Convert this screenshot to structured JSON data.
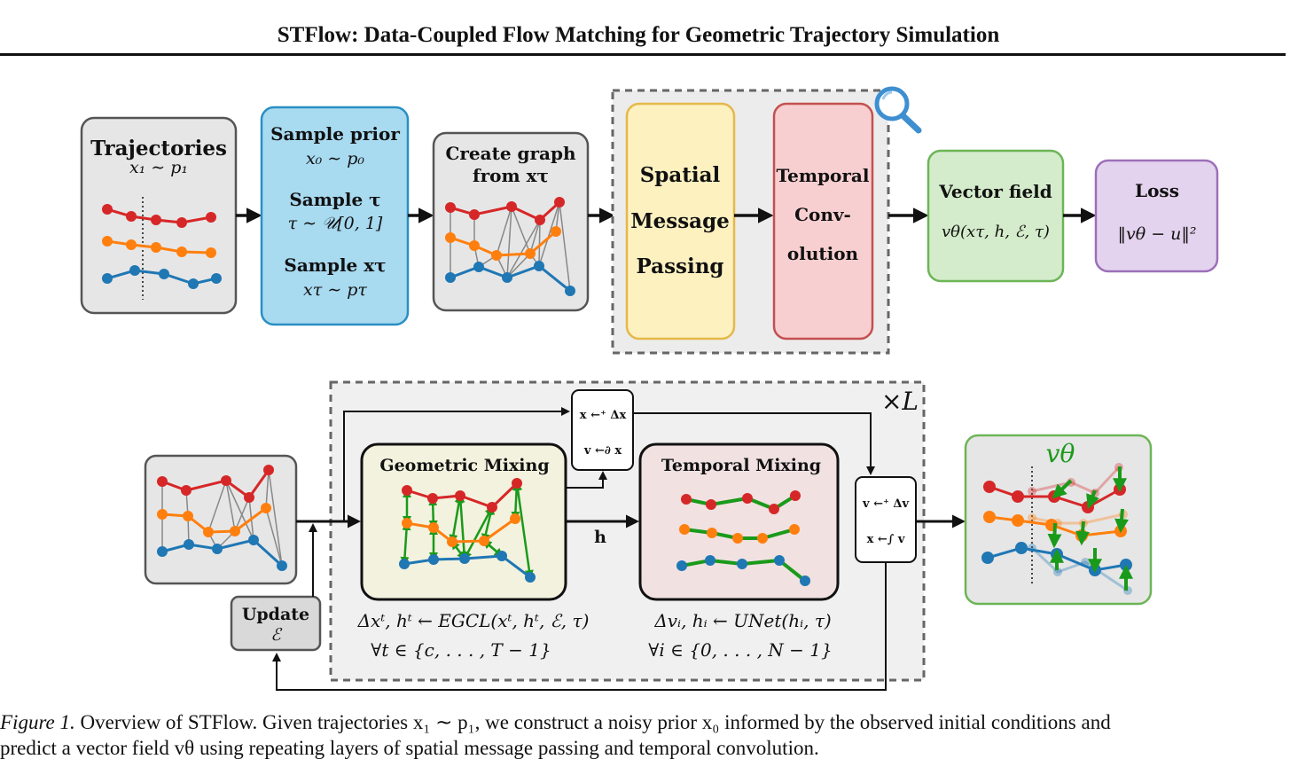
{
  "header": {
    "title": "STFlow: Data-Coupled Flow Matching for Geometric Trajectory Simulation"
  },
  "top_row": {
    "trajectories": {
      "title": "Trajectories",
      "formula": "x₁ ∼ p₁"
    },
    "sample": {
      "line1": "Sample prior",
      "line2": "x₀ ∼ p₀",
      "line3": "Sample τ",
      "line4": "τ ∼ 𝒰[0, 1]",
      "line5": "Sample xτ",
      "line6": "xτ ∼ pτ"
    },
    "graph": {
      "line1": "Create graph",
      "line2": "from xτ"
    },
    "spatial": {
      "line1": "Spatial",
      "line2": "Message",
      "line3": "Passing"
    },
    "temporal": {
      "line1": "Temporal",
      "line2": "Conv-",
      "line3": "olution"
    },
    "vector": {
      "title": "Vector field",
      "formula": "vθ(xτ, h, ℰ, τ)"
    },
    "loss": {
      "title": "Loss",
      "formula": "‖vθ − u‖²"
    }
  },
  "bottom_row": {
    "repeat_label": "×L",
    "update": {
      "line1": "Update",
      "line2": "ℰ"
    },
    "update_x": {
      "line1": "x ←⁺ Δx",
      "line2": "v ←∂ x"
    },
    "geo": {
      "title": "Geometric Mixing",
      "eq1": "Δxᵗ, hᵗ ← EGCL(xᵗ, hᵗ, ℰ, τ)",
      "eq2": "∀t ∈ {c, . . . , T − 1}"
    },
    "h_label": "h",
    "temp": {
      "title": "Temporal Mixing",
      "eq1": "Δvᵢ, hᵢ ← UNet(hᵢ, τ)",
      "eq2": "∀i ∈ {0, . . . , N − 1}"
    },
    "update_v": {
      "line1": "v ←⁺ Δv",
      "line2": "x ←∫ v"
    },
    "output": {
      "label": "vθ"
    }
  },
  "caption": {
    "lead": "Figure 1.",
    "line1": "Overview of STFlow. Given trajectories x₁ ∼ p₁, we construct a noisy prior x₀ informed by the observed initial conditions and",
    "line2": "predict a vector field vθ using repeating layers of spatial message passing and temporal convolution."
  },
  "colors": {
    "red": "#d62728",
    "orange": "#ff7f0e",
    "blue": "#1f77b4",
    "green": "#1a9a1a",
    "gray_box": "#e6e6e6",
    "sample_box": "#a8daf0",
    "spatial_box": "#fdf1c0",
    "temporal_box": "#f8cfd1",
    "vector_box": "#d4eccb",
    "loss_box": "#e4d3ee",
    "geo_box": "#f2f2de",
    "temp_box": "#f1e1e1"
  }
}
